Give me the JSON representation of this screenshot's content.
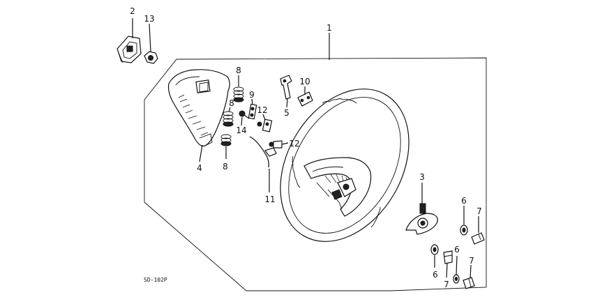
{
  "diagram": {
    "drawing_code": "SD-102P",
    "callouts": [
      {
        "id": "c1",
        "text": "1"
      },
      {
        "id": "c2",
        "text": "2"
      },
      {
        "id": "c13",
        "text": "13"
      },
      {
        "id": "c8a",
        "text": "8"
      },
      {
        "id": "c8b",
        "text": "8"
      },
      {
        "id": "c8c",
        "text": "8"
      },
      {
        "id": "c9",
        "text": "9"
      },
      {
        "id": "c12a",
        "text": "12"
      },
      {
        "id": "c14",
        "text": "14"
      },
      {
        "id": "c12b",
        "text": "12"
      },
      {
        "id": "c4",
        "text": "4"
      },
      {
        "id": "c11",
        "text": "11"
      },
      {
        "id": "c5",
        "text": "5"
      },
      {
        "id": "c10",
        "text": "10"
      },
      {
        "id": "c3",
        "text": "3"
      },
      {
        "id": "c6a",
        "text": "6"
      },
      {
        "id": "c7a",
        "text": "7"
      },
      {
        "id": "c6b",
        "text": "6"
      },
      {
        "id": "c6c",
        "text": "6"
      },
      {
        "id": "c7b",
        "text": "7"
      },
      {
        "id": "c7c",
        "text": "7"
      }
    ]
  }
}
